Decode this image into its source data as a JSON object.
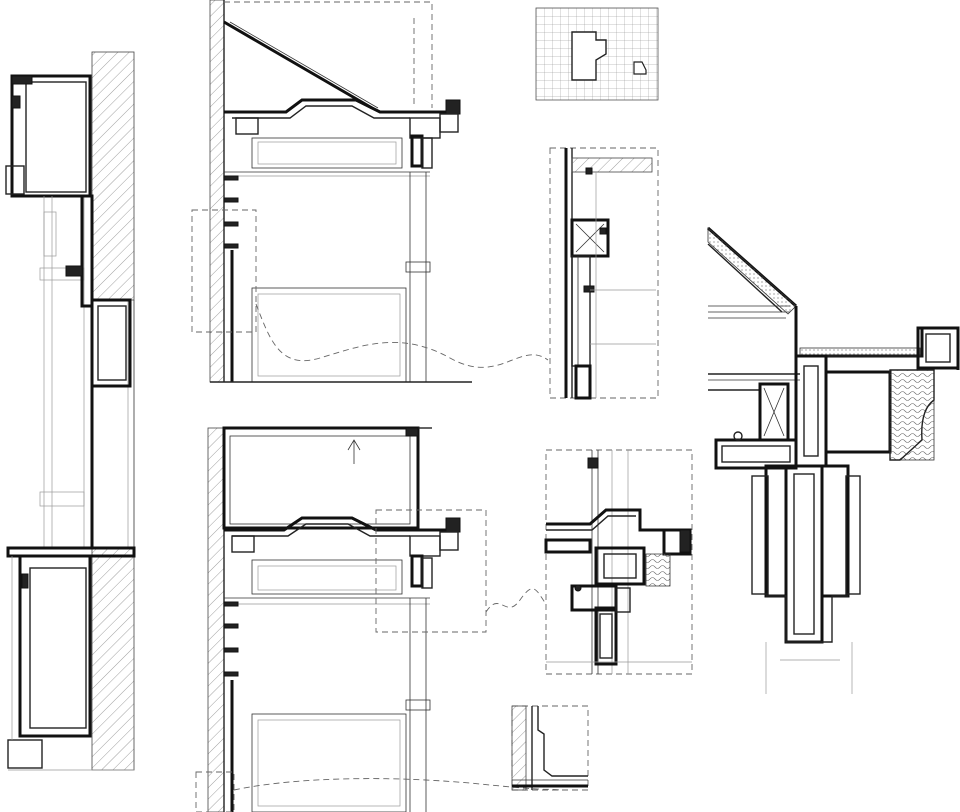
{
  "drawing": {
    "sheet": "architectural-section-details",
    "panels": [
      {
        "id": "left-wall-section"
      },
      {
        "id": "upper-section"
      },
      {
        "id": "lower-section"
      },
      {
        "id": "key-plan"
      },
      {
        "id": "upper-callout-detail"
      },
      {
        "id": "lower-callout-detail"
      },
      {
        "id": "base-callout-detail"
      },
      {
        "id": "cornice-enlarged-detail"
      }
    ],
    "colors": {
      "line": "#222222",
      "background": "#ffffff",
      "hatch": "#555555"
    }
  }
}
